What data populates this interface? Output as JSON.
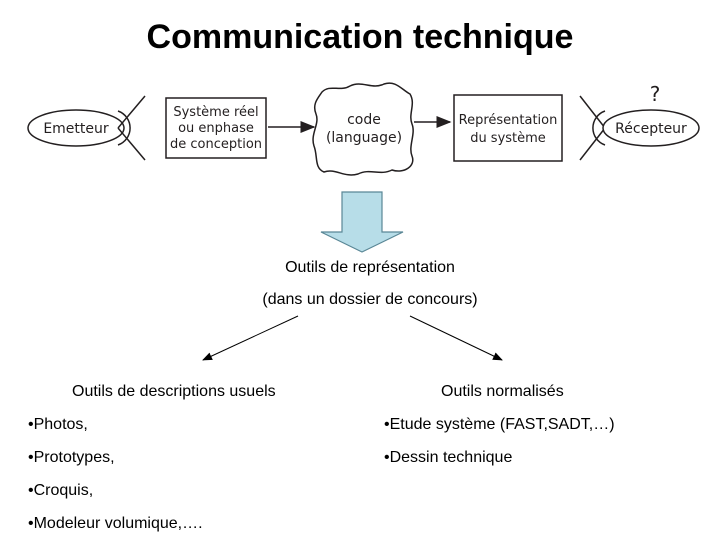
{
  "title": "Communication technique",
  "diagram": {
    "emetteur": "Emetteur",
    "systeme": [
      "Système réel",
      "ou enphase",
      "de conception"
    ],
    "code": [
      "code",
      "(language)"
    ],
    "representation": [
      "Représentation",
      "du système"
    ],
    "question_mark": "?",
    "recepteur": "Récepteur"
  },
  "outils": {
    "line1": "Outils de représentation",
    "line2": "(dans un dossier de concours)"
  },
  "left_column": {
    "heading": "Outils de descriptions usuels",
    "items": [
      "•Photos,",
      "•Prototypes,",
      "•Croquis,",
      "•Modeleur volumique,…."
    ]
  },
  "right_column": {
    "heading": "Outils normalisés",
    "items": [
      "•Etude système (FAST,SADT,…)",
      "•Dessin technique"
    ]
  },
  "colors": {
    "arrow_fill": "#b7dde8",
    "stroke": "#231f20"
  }
}
